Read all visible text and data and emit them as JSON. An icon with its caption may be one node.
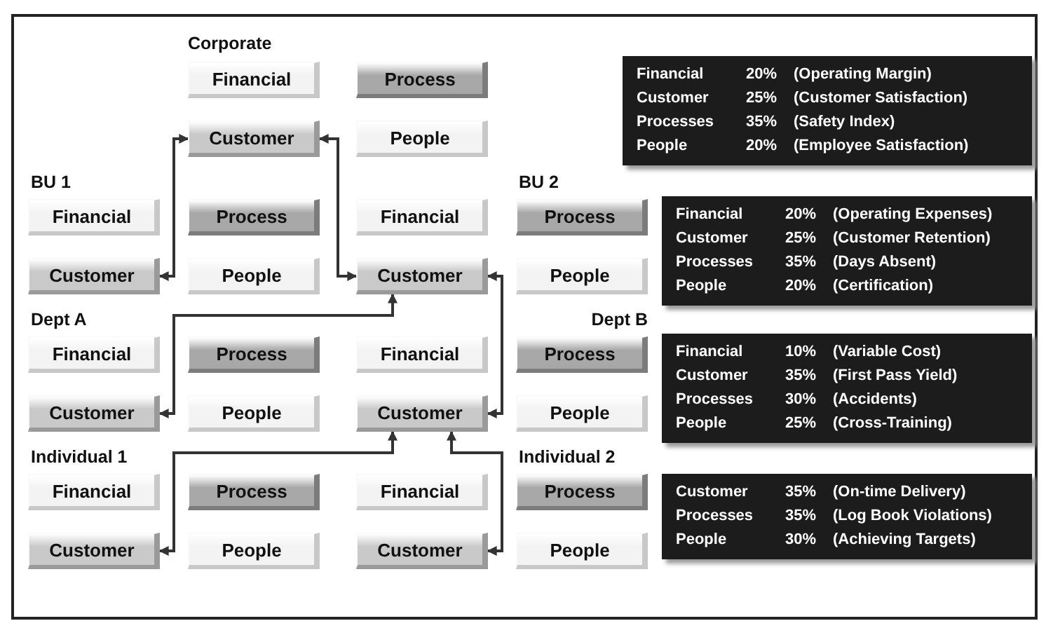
{
  "diagram": {
    "nodes": [
      {
        "text": [
          "Financial"
        ]
      },
      {
        "text": [
          "Process"
        ]
      },
      {
        "text": [
          "Customer"
        ]
      },
      {
        "text": [
          "People"
        ]
      },
      {
        "text": [
          "Financial"
        ]
      },
      {
        "text": [
          "Process"
        ]
      },
      {
        "text": [
          "Customer"
        ]
      },
      {
        "text": [
          "People"
        ]
      },
      {
        "text": [
          "Financial"
        ]
      },
      {
        "text": [
          "Process"
        ]
      },
      {
        "text": [
          "Customer"
        ]
      },
      {
        "text": [
          "People"
        ]
      },
      {
        "text": [
          "Financial"
        ]
      },
      {
        "text": [
          "Process"
        ]
      },
      {
        "text": [
          "Customer"
        ]
      },
      {
        "text": [
          "People"
        ]
      },
      {
        "text": [
          "Financial"
        ]
      },
      {
        "text": [
          "Process"
        ]
      },
      {
        "text": [
          "Customer"
        ]
      },
      {
        "text": [
          "People"
        ]
      },
      {
        "text": [
          "Financial"
        ]
      },
      {
        "text": [
          "Process"
        ]
      },
      {
        "text": [
          "Customer"
        ]
      },
      {
        "text": [
          "People"
        ]
      },
      {
        "text": [
          "Financial"
        ]
      },
      {
        "text": [
          "Process"
        ]
      },
      {
        "text": [
          "Customer"
        ]
      },
      {
        "text": [
          "People"
        ]
      },
      {
        "text": [
          "Financial",
          "20%",
          "(Operating Margin)",
          "Customer",
          "25%",
          "(Customer Satisfaction)",
          "Processes",
          "35%",
          "(Safety Index)",
          "People",
          "20%",
          "(Employee Satisfaction)"
        ]
      },
      {
        "text": [
          "Financial",
          "20%",
          "(Operating Expenses)",
          "Customer",
          "25%",
          "(Customer Retention)",
          "Processes",
          "35%",
          "(Days Absent)",
          "People",
          "20%",
          "(Certification)"
        ]
      },
      {
        "text": [
          "Financial",
          "10%",
          "(Variable Cost)",
          "Customer",
          "35%",
          "(First Pass Yield)",
          "Processes",
          "30%",
          "(Accidents)",
          "People",
          "25%",
          "(Cross-Training)"
        ]
      },
      {
        "text": [
          "Customer",
          "35%",
          "(On-time Delivery)",
          "Processes",
          "35%",
          "(Log Book Violations)",
          "People",
          "30%",
          "(Achieving Targets)"
        ]
      }
    ],
    "edges": [
      {
        "from": 2,
        "to": 6,
        "arrow": "both"
      },
      {
        "from": 2,
        "to": 10,
        "arrow": "both"
      },
      {
        "from": 10,
        "to": 14,
        "arrow": "both"
      },
      {
        "from": 10,
        "to": 18,
        "arrow": "both"
      },
      {
        "from": 18,
        "to": 22,
        "arrow": "both"
      },
      {
        "from": 18,
        "to": 26,
        "arrow": "both"
      }
    ],
    "labels": [
      "Corporate",
      "BU 1",
      "BU 2",
      "Dept A",
      "Dept B",
      "Individual 1",
      "Individual 2"
    ]
  }
}
